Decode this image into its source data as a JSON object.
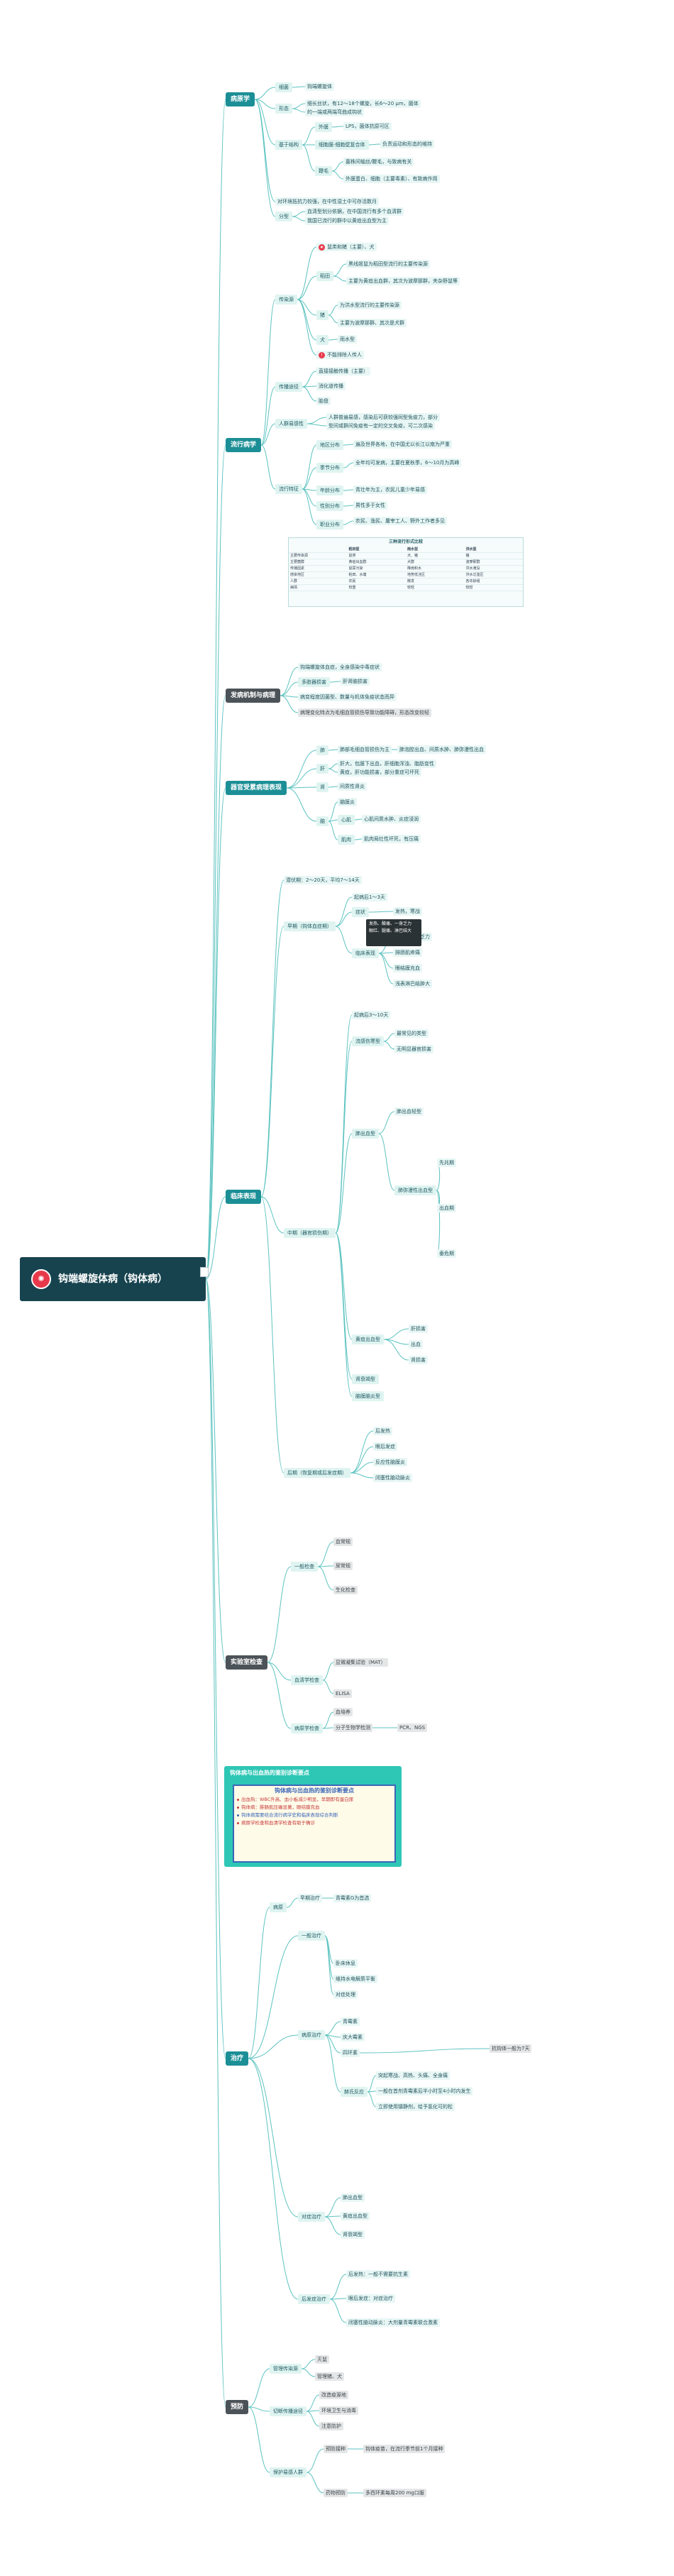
{
  "title": "钩端螺旋体病（钩体病）",
  "title_icon": "virus-icon",
  "colors": {
    "teal": "#1c8f96",
    "dark": "#17434f",
    "leaf_bg": "#dff4f1",
    "line": "#5cc3c0",
    "red": "#e8394b"
  },
  "branches": {
    "pathogen": "病原学",
    "epidemiology": "流行病学",
    "pathogenesis": "发病机制与病理",
    "pathology": "器官受累病理表现",
    "clinical": "临床表现",
    "lab": "实验室检查",
    "treatment": "治疗",
    "prevention": "预防"
  },
  "pathogen": {
    "n1": "细菌",
    "n1a": "钩端螺旋体",
    "n2": "形态",
    "n2a": "细长丝状，有12～18个螺旋，长6～20 μm，菌体",
    "n2b": "的一端或两端弯曲成钩状",
    "n3": "基于结构",
    "n3a": "外膜",
    "n3b": "LPS，菌体抗原可区",
    "n3c": "细胞膜-细胞壁复合体",
    "n3d": "负责运动和形态的维持",
    "n3e": "鞭毛",
    "n3f": "菌株间轴丝/鞭毛，与致病有关",
    "n3g": "外膜蛋白、细胞（主要毒素）、有致病作用",
    "n4": "对环境抵抗力较强，在中性湿土中可存活数月",
    "n5": "分型",
    "n5a": "血清型划分依据，在中国流行有多个血清群",
    "n5b": "我国已流行的群中以黄疸出血型为主"
  },
  "epi": {
    "source": "传染源",
    "s1": "鼠类和猪（主要）、犬",
    "s2": "稻田",
    "s2a": "黑线姬鼠为稻田型流行的主要传染源",
    "s2b": "主要为黄疸出血群，其次为波摩那群，夹杂野鼠等",
    "s3": "猪",
    "s3a": "为洪水型流行的主要传染源",
    "s3b": "主要为波摩那群、其次是犬群",
    "s4": "犬",
    "s4a": "雨水型",
    "s5": "不能排除人传人",
    "route": "传播途径",
    "r1": "直接接触传播（主要）",
    "r2": "消化道传播",
    "r3": "胎盘",
    "sus": "人群易感性",
    "sus1": "人群普遍易感，感染后可获较强同型免疫力，部分",
    "sus2": "型间或群间免疫有一定的交叉免疫，可二次感染",
    "feat": "流行特征",
    "f1": "地区分布",
    "f1a": "遍及世界各地，在中国尤以长江以南为严重",
    "f2": "季节分布",
    "f2a": "全年均可发病，主要在夏秋季，6～10月为高峰",
    "f3": "年龄分布",
    "f3a": "青壮年为主，农民儿童少年易感",
    "f4": "性别分布",
    "f4a": "男性多于女性",
    "f5": "职业分布",
    "f5a": "农民、渔民、屠宰工人、野外工作者多见"
  },
  "epi_table": {
    "title": "三种流行形式比较",
    "rows": [
      [
        "",
        "稻田型",
        "雨水型",
        "洪水型"
      ],
      [
        "主要传染源",
        "鼠类",
        "犬、猪",
        "猪"
      ],
      [
        "主要菌群",
        "黄疸出血群",
        "犬群",
        "波摩那群"
      ],
      [
        "传播因素",
        "鼠尿污染",
        "降雨积水",
        "洪水淹没"
      ],
      [
        "感染地区",
        "稻田、水塘",
        "地势低洼区",
        "洪水泛滥区"
      ],
      [
        "人群",
        "农民",
        "散发",
        "各年龄组"
      ],
      [
        "病情",
        "较重",
        "较轻",
        "较轻"
      ]
    ]
  },
  "patho": {
    "p1": "钩端螺旋体血症，全身感染中毒症状",
    "p2": "多脏器损害",
    "p2a": "肝肾脑损害",
    "p3": "病变程度因菌型、数量与机体免疫状态而异",
    "p4": "病理变化特点为毛细血管损伤导致功能障碍，形态改变较轻"
  },
  "organ": {
    "o1": "肺",
    "o1a": "肺部毛细血管损伤为主",
    "o1b": "肺泡腔出血、间质水肿、肺弥漫性出血",
    "o2": "肝",
    "o2a": "肝大，包膜下出血，肝细胞浑浊、脂肪变性",
    "o2b": "黄疸，肝功能损害，部分重症可坏死",
    "o3": "肾",
    "o3a": "间质性肾炎",
    "o4": "脑",
    "o4a": "脑膜炎",
    "o4b": "心肌",
    "o4c": "心肌间质水肿、炎症浸润",
    "o4d": "肌肉",
    "o4e": "肌肉局灶性坏死，有压痛"
  },
  "clinical": {
    "c0": "潜伏期：2～20天，平均7～14天",
    "c1": "早期（钩体血症期）",
    "c1a": "起病后1～3天",
    "c1b": "症状",
    "c1b1": "发热，寒战",
    "c1b2": "头痛、全身乏力",
    "c1b3": "腓肠肌疼痛",
    "c1b4": "眼结膜充血",
    "c1b5": "浅表淋巴结肿大",
    "c1c": "临床表现",
    "popup1": "发热、酸痛、一身乏力",
    "popup2": "眼红、腿痛、淋巴结大",
    "c2": "中期（器官损伤期）",
    "c2a": "起病后3～10天",
    "c2b": "流感伤寒型",
    "c2b1": "最常见的类型",
    "c2b2": "无明显器官损害",
    "c2c": "肺出血型",
    "c2c1": "肺出血轻型",
    "c2c2": "肺弥漫性出血型",
    "c2c3": "先兆期",
    "c2c4": "出血期",
    "c2c5": "垂危期",
    "c2d": "黄疸出血型",
    "c2d1": "肝损害",
    "c2d2": "出血",
    "c2d3": "肾损害",
    "c2e": "肾衰竭型",
    "c2f": "脑膜脑炎型",
    "c3": "后期（恢复期或后发症期）",
    "c3a": "后发热",
    "c3b": "眼后发症",
    "c3c": "反应性脑膜炎",
    "c3d": "闭塞性脑动脉炎"
  },
  "lab": {
    "l1": "一般检查",
    "l1a": "血常规",
    "l1b": "尿常规",
    "l1c": "生化检查",
    "l2": "血清学检查",
    "l2a": "显微凝集试验（MAT）",
    "l2b": "ELISA",
    "l3": "病原学检查",
    "l3a": "血培养",
    "l3b": "分子生物学检测",
    "l3c": "PCR、NGS"
  },
  "note": {
    "header": "钩体病与出血热的鉴别诊断要点",
    "sub": "钩体病与出血热的鉴别诊断要点",
    "lines": [
      "出血热：WBC升高、血小板减少明显，早期即有蛋白尿",
      "钩体病：腓肠肌压痛显著，眼结膜充血",
      "钩体病需要结合流行病学史和临床表现综合判断",
      "病原学检查和血清学检查有助于确诊"
    ]
  },
  "treat": {
    "t1": "病原",
    "t1a": "早期治疗",
    "t1b": "青霉素G为首选",
    "t2": "一般治疗",
    "t2a": "卧床休息",
    "t2b": "维持水电解质平衡",
    "t2c": "对症处理",
    "t3": "病原治疗",
    "t3a": "青霉素",
    "t3b": "庆大霉素",
    "t3c": "四环素",
    "t4": "赫氏反应",
    "t4a": "突起寒战、高热、头痛、全身痛",
    "t4b": "一般在首剂青霉素后半小时至4小时内发生",
    "t4c": "立即使用镇静剂，给予氢化可的松",
    "t5": "对症治疗",
    "t5a": "肺出血型",
    "t5b": "黄疸出血型",
    "t5c": "肾衰竭型",
    "t6": "后发症治疗",
    "t6a": "后发热：一般不需要抗生素",
    "t6b": "眼后发症：对症治疗",
    "t6c": "闭塞性脑动脉炎：大剂量青霉素联合激素",
    "bubble": "抗钩体一般为7天"
  },
  "prev": {
    "v1": "管理传染源",
    "v1a": "灭鼠",
    "v1b": "管理猪、犬",
    "v2": "切断传播途径",
    "v2a": "改造疫源地",
    "v2b": "环境卫生与消毒",
    "v2c": "注意防护",
    "v3": "保护易感人群",
    "v3a": "预防接种",
    "v3b": "钩体疫苗，在流行季节前1个月接种",
    "v3c": "药物预防",
    "v3d": "多西环素每周200 mg口服"
  }
}
